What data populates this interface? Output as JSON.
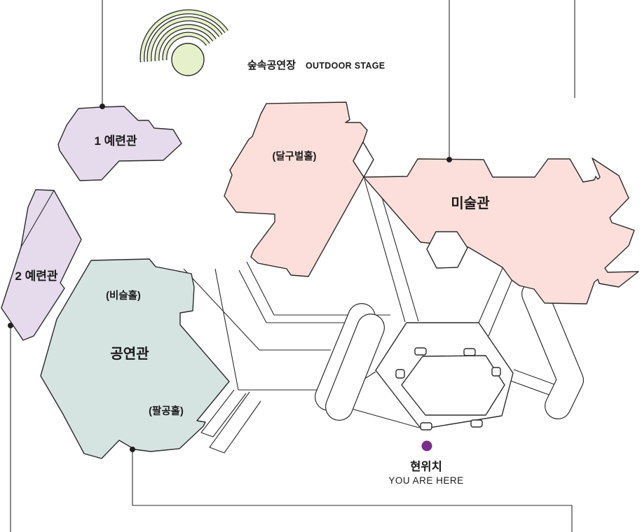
{
  "map": {
    "outdoor_stage": {
      "label_ko": "숲속공연장",
      "label_en": "OUTDOOR STAGE"
    },
    "buildings": {
      "yeryeon1": {
        "label": "1 예련관"
      },
      "yeryeon2": {
        "label": "2 예련관"
      },
      "art_museum": {
        "label": "미술관",
        "hall": "(달구벌홀)"
      },
      "performance_hall": {
        "label": "공연관",
        "hall_top": "(비슬홀)",
        "hall_bottom": "(팔공홀)"
      }
    },
    "marker": {
      "label_ko": "현위치",
      "label_en": "YOU ARE HERE"
    }
  },
  "colors": {
    "lavender": "#e6dbec",
    "pink": "#fcdfda",
    "teal": "#d6e4e1",
    "green": "#e6f0ca",
    "purple": "#7b2d8e",
    "line": "#2b2b2b"
  }
}
